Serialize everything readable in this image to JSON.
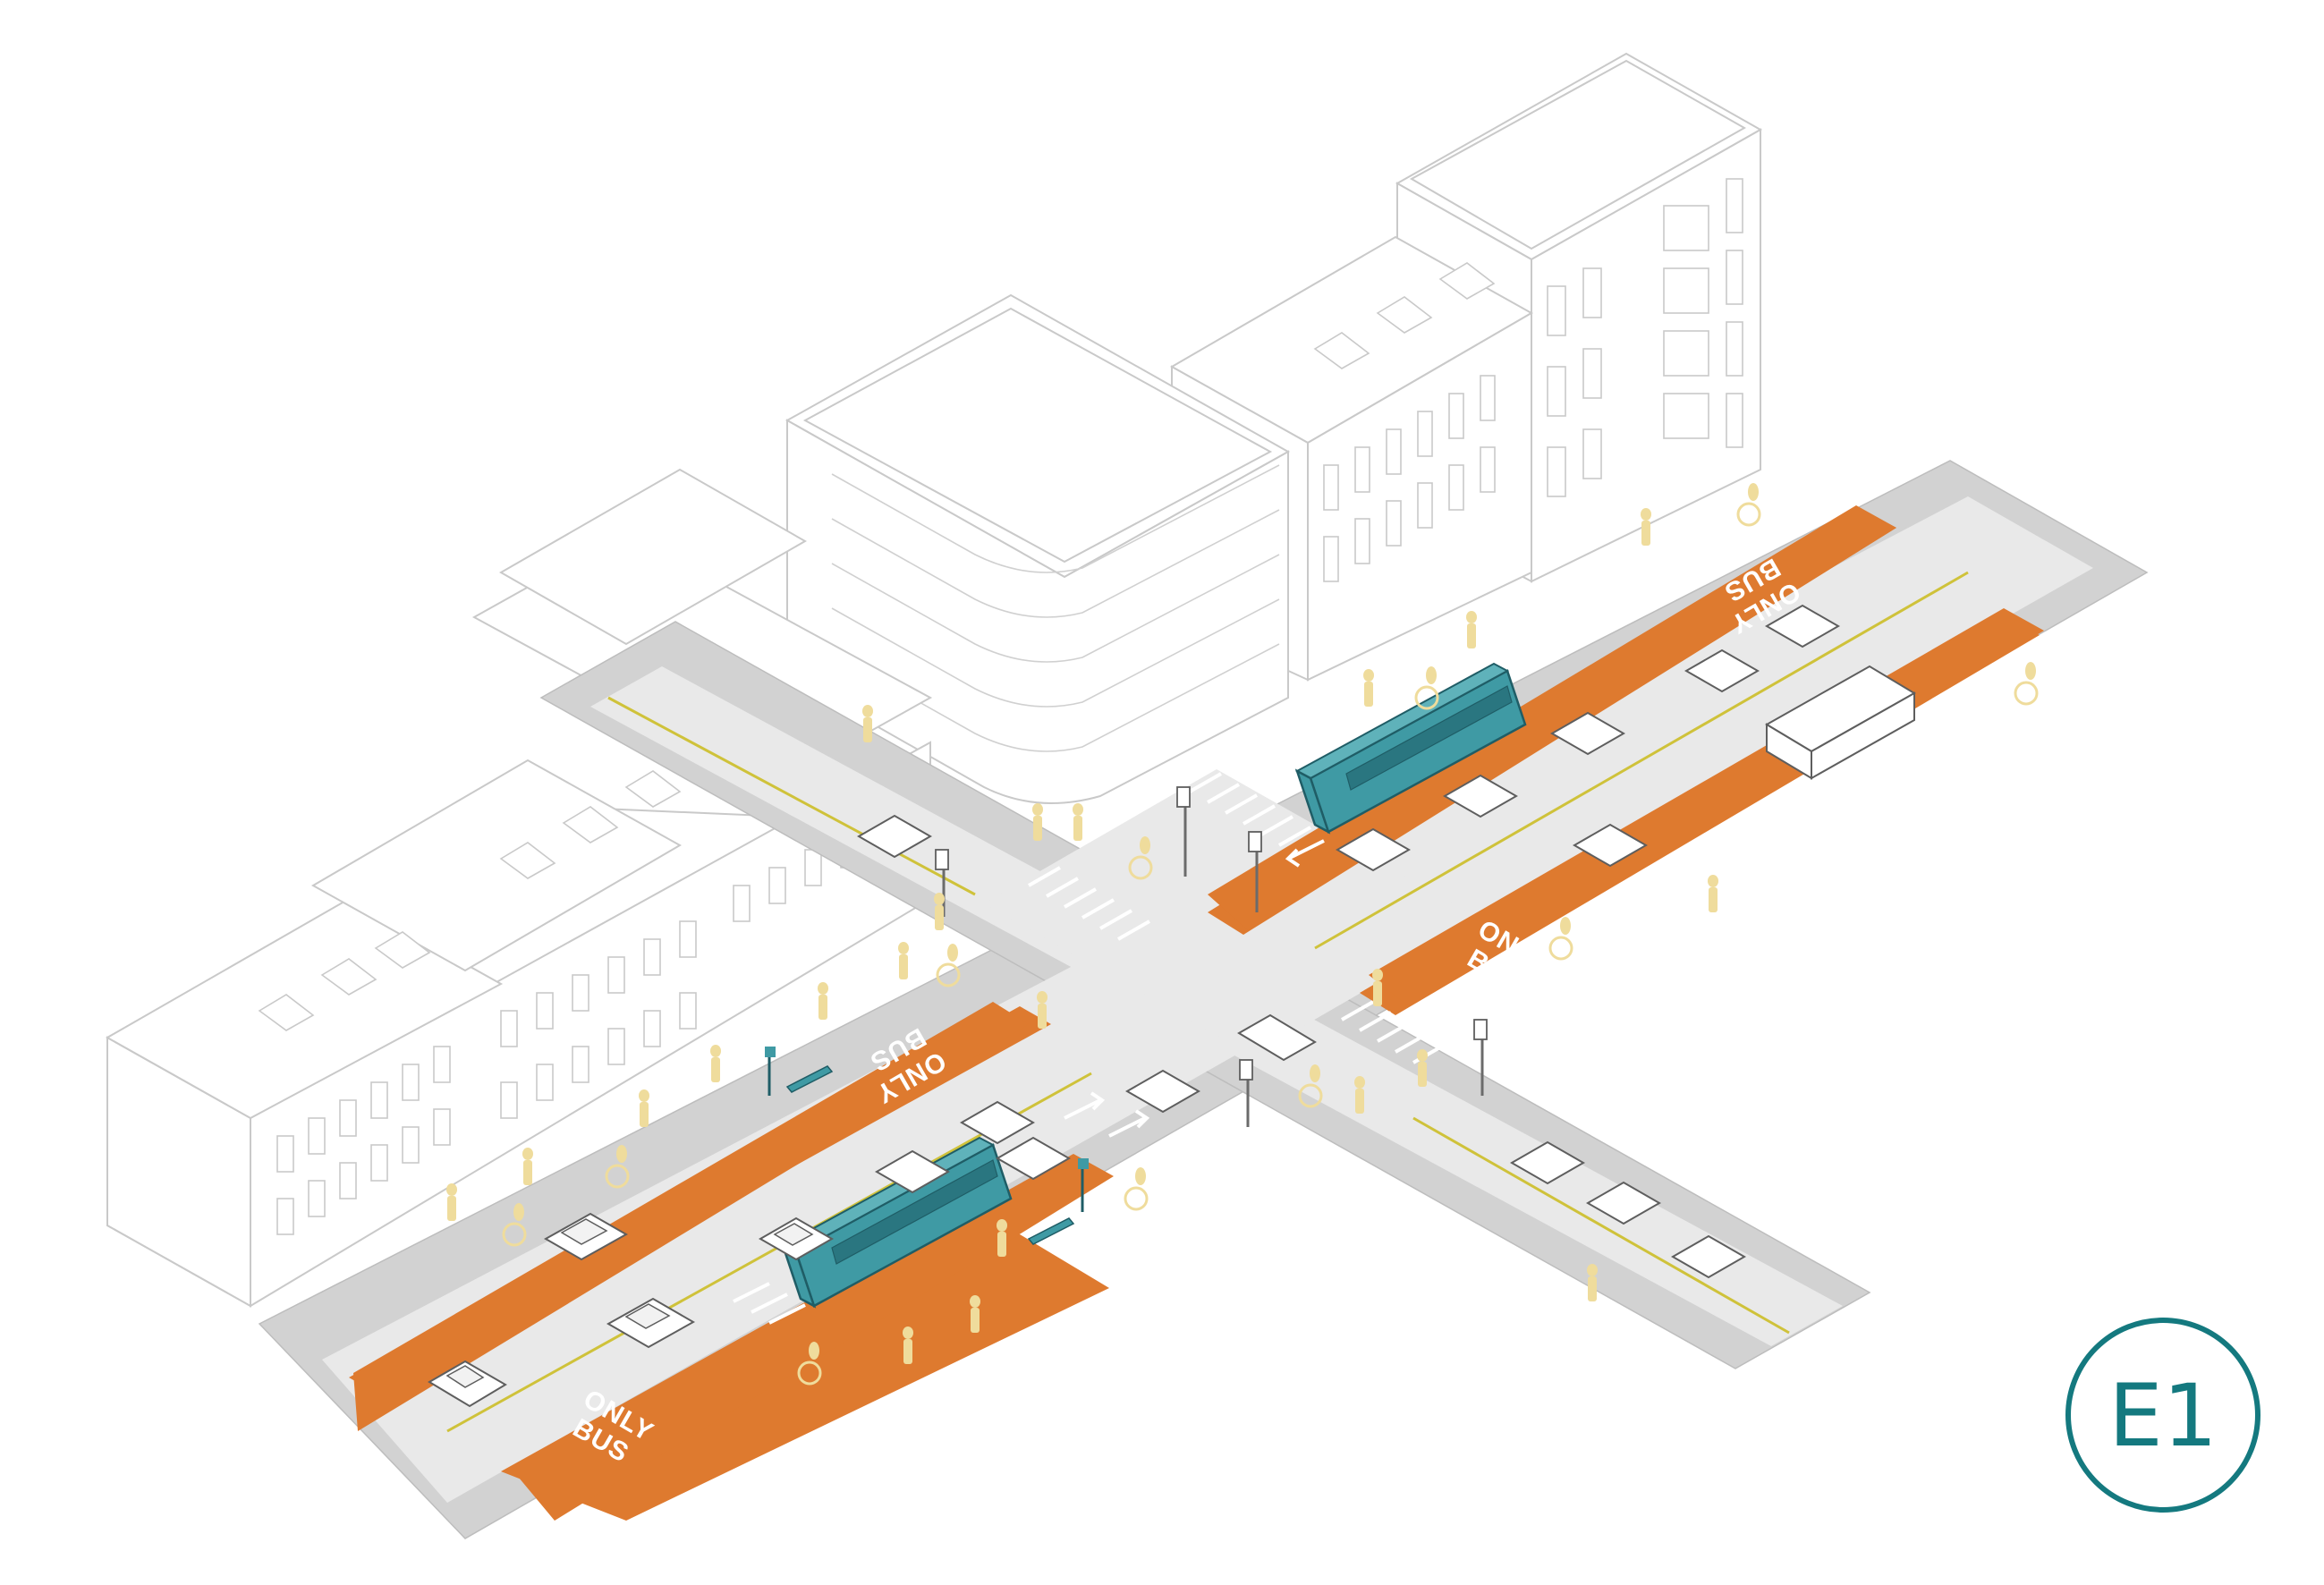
{
  "badge": {
    "label": "E1",
    "color": "#14797f"
  },
  "lane_markings": {
    "line1": "ONLY",
    "line2": "BUS"
  },
  "colors": {
    "bus_lane": "#de7a2f",
    "bus": "#3f9aa4",
    "pedestrian": "#efdc9c",
    "centerline": "#cfc23a"
  }
}
